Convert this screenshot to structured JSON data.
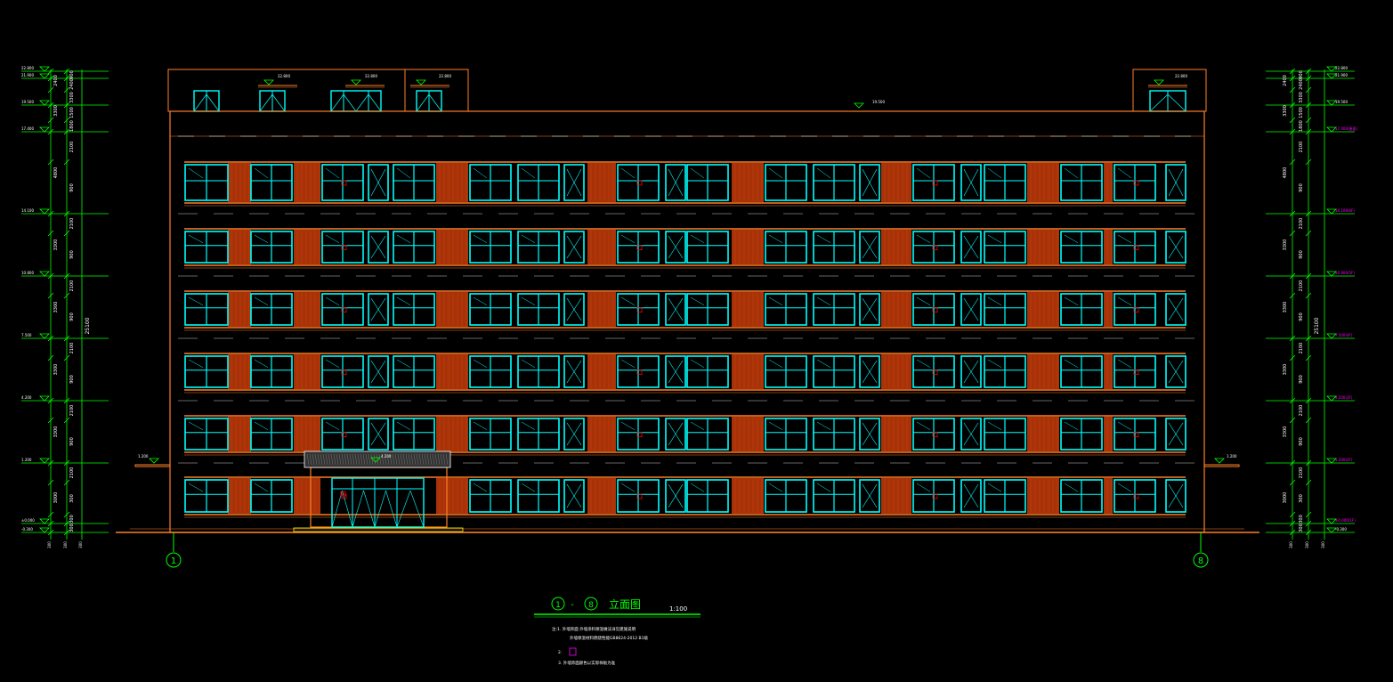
{
  "colors": {
    "background": "#000000",
    "outline": "#ff7f27",
    "wall_band": "#a83208",
    "window": "#00ffff",
    "dimension": "#00ff00",
    "white_text": "#ffffff",
    "magenta": "#ff00ff",
    "red": "#ff0000",
    "yellow": "#ffff00"
  },
  "title": {
    "axis_start": "1",
    "dash": "-",
    "axis_end": "8",
    "name": "立面图",
    "scale": "1:100"
  },
  "notes": {
    "line1": "注:1. 外墙饰面    外墙涂料保温做法详见建施说明",
    "line2": "外墙保温材料燃烧性能GB8624-2012 B1级",
    "line3": "2.",
    "line4": "3. 外墙饰面颜色以实际样板为准"
  },
  "left_dims": {
    "level_labels": [
      "22.800",
      "21.900",
      "19.500",
      "17.400",
      "14.100",
      "10.800",
      "7.500",
      "4.200",
      "1.200",
      "±0.000",
      "-0.300"
    ],
    "seg_labels": [
      "900",
      "2400",
      "3300",
      "1500",
      "1800",
      "2100",
      "900",
      "2100",
      "900",
      "2100",
      "900",
      "2100",
      "900",
      "2100",
      "900",
      "2100",
      "300",
      "300",
      "300"
    ],
    "total_labels": [
      "2400",
      "3300",
      "4800",
      "3300",
      "3300",
      "3300",
      "3300",
      "3000",
      "25100"
    ]
  },
  "right_dims": {
    "level_labels": [
      "22.800",
      "21.900",
      "19.500",
      "17.400(屋面)",
      "14.100(6F)",
      "10.800(5F)",
      "7.500(4F)",
      "4.200(3F)",
      "1.200(2F)",
      "±0.000(1F)",
      "-0.300"
    ],
    "seg_labels": [
      "900",
      "2400",
      "3300",
      "1500",
      "1800",
      "2100",
      "900",
      "2100",
      "900",
      "2100",
      "900",
      "2100",
      "900",
      "2100",
      "900",
      "2100",
      "300",
      "300",
      "300"
    ],
    "total_labels": [
      "2400",
      "3300",
      "4800",
      "3300",
      "3300",
      "3300",
      "3300",
      "3000",
      "25100"
    ]
  },
  "elevation_marks": {
    "roof_left_1": "22.800",
    "roof_left_2": "22.800",
    "roof_left_3": "22.800",
    "roof_right": "22.800",
    "parapet": "19.500",
    "canopy": "4.200",
    "side_left": "1.200",
    "side_right": "1.200"
  }
}
